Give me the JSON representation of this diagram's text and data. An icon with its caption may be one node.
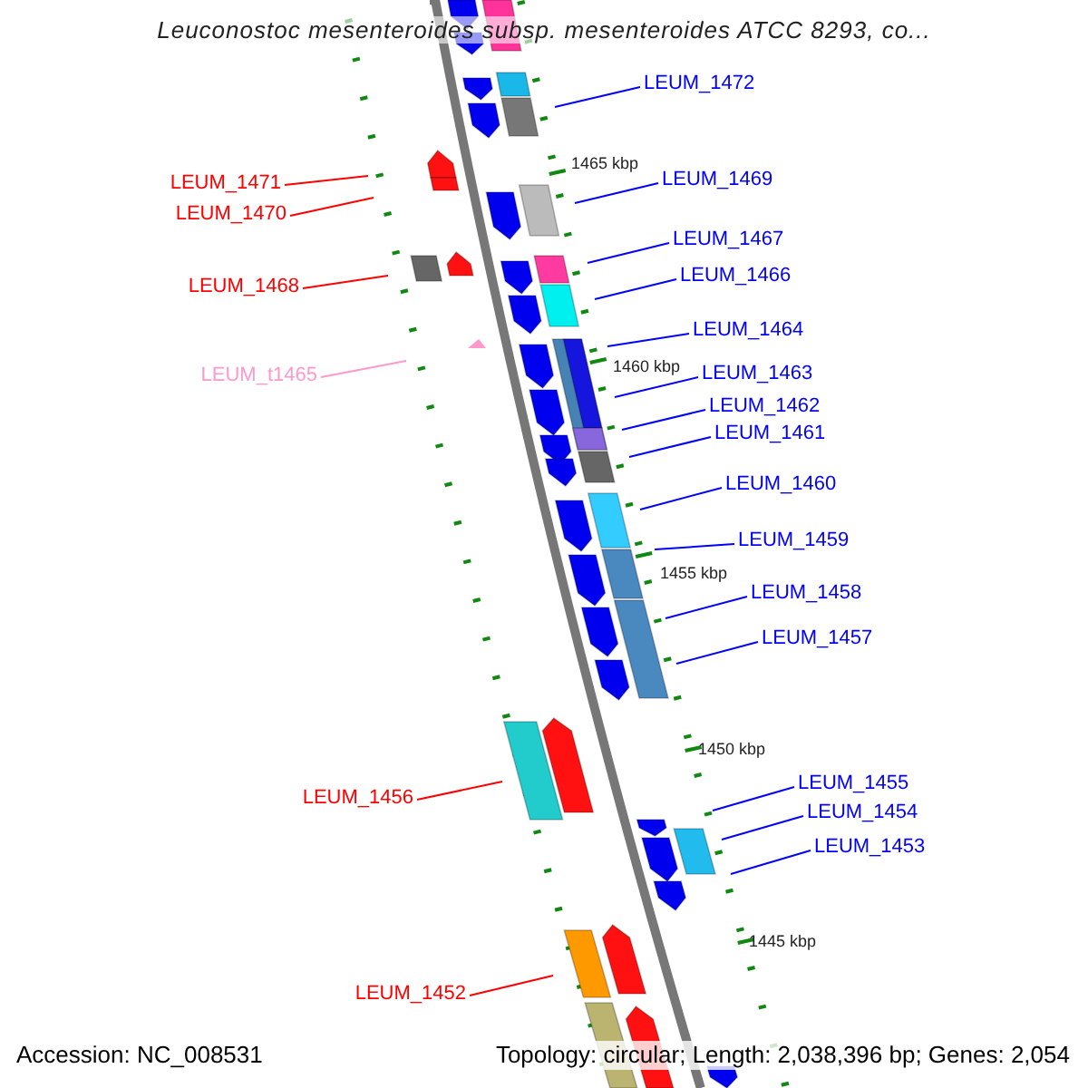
{
  "diagram": {
    "title": "Leuconostoc mesenteroides subsp. mesenteroides ATCC 8293, co...",
    "nodes": [
      {
        "text": [
          "LEUM_1472"
        ]
      },
      {
        "text": [
          "LEUM_1469"
        ]
      },
      {
        "text": [
          "LEUM_1471"
        ]
      },
      {
        "text": [
          "LEUM_1470"
        ]
      },
      {
        "text": [
          "LEUM_1467"
        ]
      },
      {
        "text": [
          "LEUM_1466"
        ]
      },
      {
        "text": [
          "LEUM_1468"
        ]
      },
      {
        "text": [
          "LEUM_1464"
        ]
      },
      {
        "text": [
          "LEUM_1463"
        ]
      },
      {
        "text": [
          "LEUM_t1465"
        ]
      },
      {
        "text": [
          "LEUM_1462"
        ]
      },
      {
        "text": [
          "LEUM_1461"
        ]
      },
      {
        "text": [
          "LEUM_1460"
        ]
      },
      {
        "text": [
          "LEUM_1459"
        ]
      },
      {
        "text": [
          "LEUM_1458"
        ]
      },
      {
        "text": [
          "LEUM_1457"
        ]
      },
      {
        "text": [
          "LEUM_1455"
        ]
      },
      {
        "text": [
          "LEUM_1456"
        ]
      },
      {
        "text": [
          "LEUM_1454"
        ]
      },
      {
        "text": [
          "LEUM_1453"
        ]
      },
      {
        "text": [
          "LEUM_1452"
        ]
      }
    ],
    "edges": [
      {
        "from": 0,
        "to": null,
        "arrow": "none"
      },
      {
        "from": 1,
        "to": null,
        "arrow": "none"
      },
      {
        "from": 2,
        "to": null,
        "arrow": "none",
        "color": "#ff0000"
      },
      {
        "from": 3,
        "to": null,
        "arrow": "none",
        "color": "#ff0000"
      },
      {
        "from": 4,
        "to": null,
        "arrow": "none"
      },
      {
        "from": 5,
        "to": null,
        "arrow": "none"
      },
      {
        "from": 6,
        "to": null,
        "arrow": "none",
        "color": "#ff0000"
      },
      {
        "from": 7,
        "to": null,
        "arrow": "none"
      },
      {
        "from": 8,
        "to": null,
        "arrow": "none"
      },
      {
        "from": 9,
        "to": null,
        "arrow": "none",
        "color": "#ff99cc"
      },
      {
        "from": 10,
        "to": null,
        "arrow": "none"
      },
      {
        "from": 11,
        "to": null,
        "arrow": "none"
      },
      {
        "from": 12,
        "to": null,
        "arrow": "none"
      },
      {
        "from": 13,
        "to": null,
        "arrow": "none"
      },
      {
        "from": 14,
        "to": null,
        "arrow": "none"
      },
      {
        "from": 15,
        "to": null,
        "arrow": "none"
      },
      {
        "from": 16,
        "to": null,
        "arrow": "none"
      },
      {
        "from": 17,
        "to": null,
        "arrow": "none",
        "color": "#ff0000"
      },
      {
        "from": 18,
        "to": null,
        "arrow": "none"
      },
      {
        "from": 19,
        "to": null,
        "arrow": "none"
      },
      {
        "from": 20,
        "to": null,
        "arrow": "none",
        "color": "#ff0000"
      }
    ],
    "labels": [
      "1465 kbp",
      "1460 kbp",
      "1455 kbp",
      "1450 kbp",
      "1445 kbp",
      "Accession: NC_008531",
      "Topology: circular; Length: 2,038,396 bp; Genes: 2,054"
    ]
  }
}
